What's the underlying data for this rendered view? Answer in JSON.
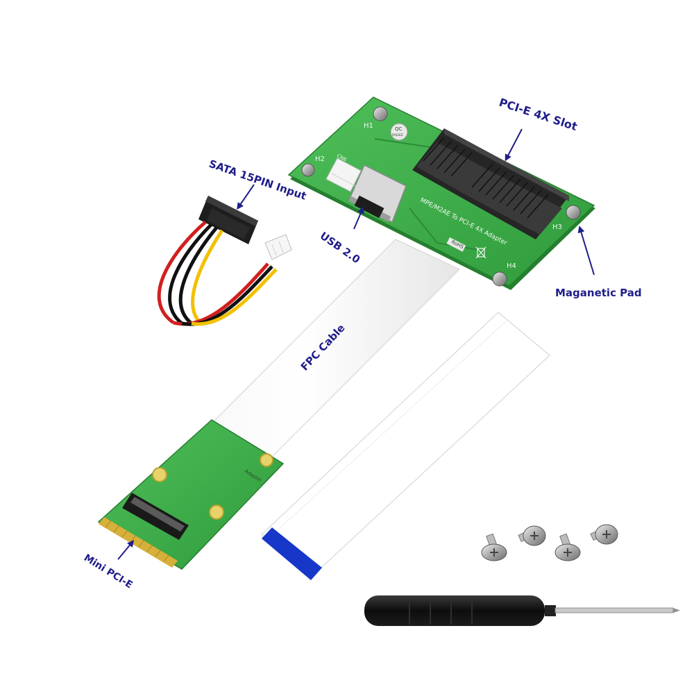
{
  "callouts": {
    "pcie_slot": "PCI-E 4X Slot",
    "sata_input": "SATA 15PIN Input",
    "usb": "USB 2.0",
    "magnetic_pad": "Maganetic Pad",
    "fpc_cable": "FPC Cable",
    "mini_pcie": "Mini PCI-E"
  },
  "board_silkscreen": {
    "h1": "H1",
    "h2": "H2",
    "h3": "H3",
    "h4": "H4",
    "cn6": "CN6",
    "adapter_name": "MPE/M2AE To PCI-E 4X Adapter",
    "rohs": "RoHS",
    "qc_top": "QC",
    "qc_bottom": "PASSED",
    "small_board": "Adapter"
  },
  "colors": {
    "callout_text": "#1f1d8a",
    "pcb_green": "#3fae4a",
    "fpc_blue_tip": "#1737c9"
  },
  "icons": [
    "screw-icon",
    "screwdriver-icon",
    "arrow-icon",
    "weee-bin-icon"
  ]
}
